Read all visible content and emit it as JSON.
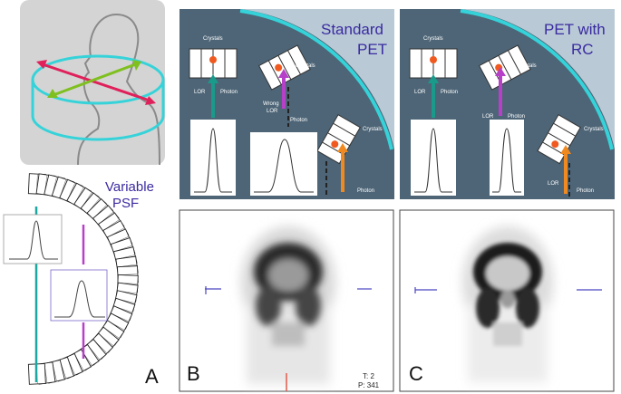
{
  "figure": {
    "psf_label_line1": "Variable",
    "psf_label_line2": "PSF",
    "panel_letters": {
      "a": "A",
      "b": "B",
      "c": "C"
    },
    "standard_pet": {
      "title_line1": "Standard",
      "title_line2": "PET",
      "crystals_label": "Crystals",
      "lor_label": "LOR",
      "photon_label": "Photon",
      "wrong_label_line1": "Wrong",
      "wrong_label_line2": "LOR"
    },
    "rc_pet": {
      "title_line1": "PET with",
      "title_line2": "RC",
      "crystals_label": "Crystals",
      "lor_label": "LOR",
      "photon_label": "Photon"
    },
    "image_b_readout_line1": "T: 2",
    "image_b_readout_line2": "P: 341"
  },
  "colors": {
    "panel_bg": "#b9cad6",
    "arc_dark": "#4d6577",
    "cyan": "#35d3d9",
    "teal_arrow": "#1a9a8a",
    "magenta_arrow": "#b640c8",
    "orange_arrow": "#f08a20",
    "title": "#3a2aa0",
    "red_line": "#e0205a",
    "green_line": "#7fc020"
  }
}
